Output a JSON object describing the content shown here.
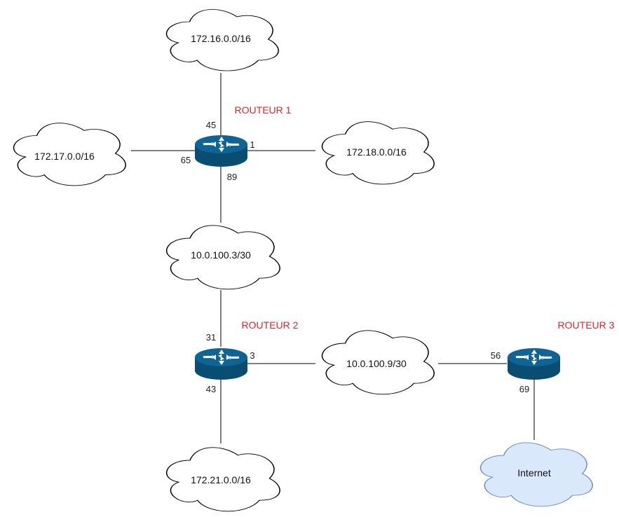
{
  "colors": {
    "router_label": "#e8252a",
    "router_body": "#0e6494",
    "router_side": "#0a4d72",
    "cloud_default_fill": "#ffffff",
    "cloud_default_stroke": "#000000",
    "cloud_internet_fill": "#dae8fc",
    "cloud_internet_stroke": "#6c8ebf"
  },
  "routers": {
    "r1": {
      "label": "ROUTEUR 1",
      "icon": "router-icon"
    },
    "r2": {
      "label": "ROUTEUR 2",
      "icon": "router-icon"
    },
    "r3": {
      "label": "ROUTEUR 3",
      "icon": "router-icon"
    }
  },
  "networks": {
    "n1": "172.16.0.0/16",
    "n2": "172.17.0.0/16",
    "n3": "172.18.0.0/16",
    "n4": "10.0.100.3/30",
    "n5": "10.0.100.9/30",
    "n6": "172.21.0.0/16",
    "internet": "Internet"
  },
  "ports": {
    "r1_top": "45",
    "r1_left": "65",
    "r1_right": "1",
    "r1_bottom": "89",
    "r2_top": "31",
    "r2_right": "3",
    "r2_bottom": "43",
    "r3_left": "56",
    "r3_bottom": "69"
  }
}
